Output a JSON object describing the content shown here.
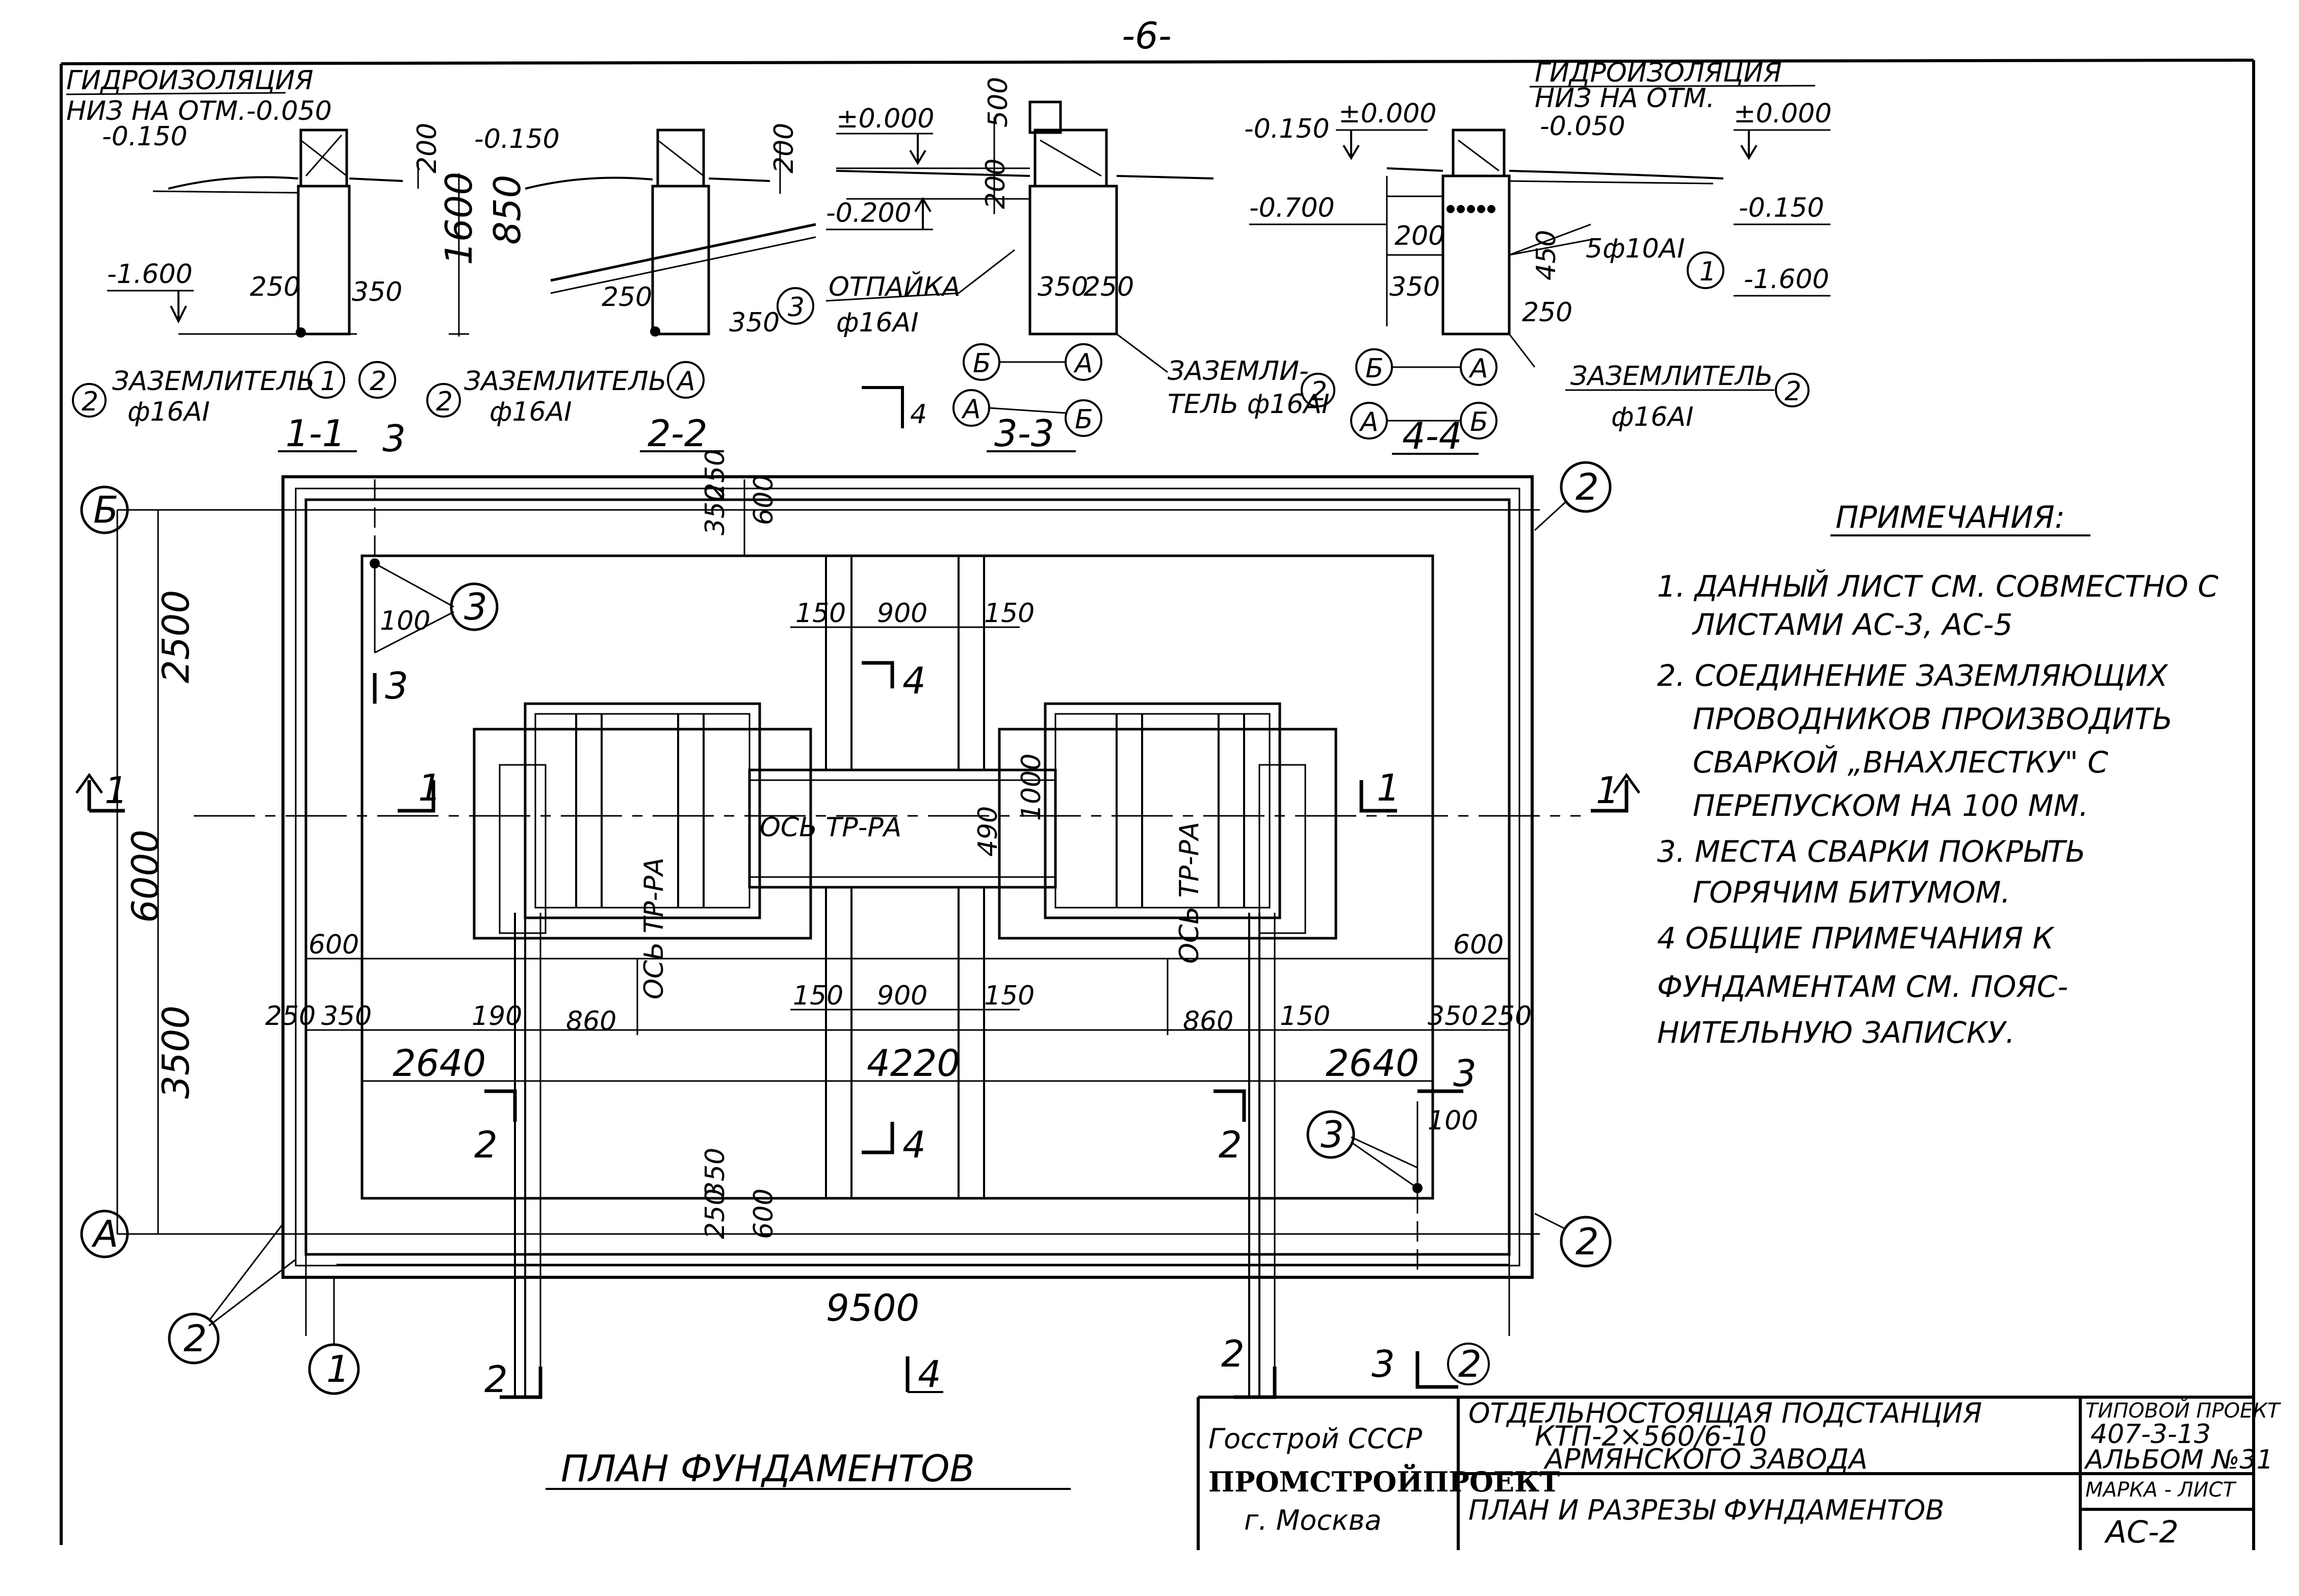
{
  "sheet": {
    "page_number": "-6-",
    "plan_title": "ПЛАН ФУНДАМЕНТОВ"
  },
  "sections": {
    "s11": {
      "title": "1-1",
      "hydro_label": "ГИДРОИЗОЛЯЦИЯ",
      "hydro_level": "НИЗ НА ОТМ.-0.050",
      "lvl_top": "-0.150",
      "lvl_bottom": "-1.600",
      "dim_200": "200",
      "dim_1600": "1600",
      "dim_250": "250",
      "dim_350": "350",
      "ground_label": "ЗАЗЕМЛИТЕЛЬ",
      "ground_spec": "ф16АI",
      "callout_ground": "2",
      "callout_axis1": "1",
      "callout_axis2": "2"
    },
    "s22": {
      "title": "2-2",
      "lvl_top": "-0.150",
      "dim_200": "200",
      "dim_850": "850",
      "dim_250": "250",
      "dim_350": "350",
      "ground_label": "ЗАЗЕМЛИТЕЛЬ",
      "ground_spec": "ф16АI",
      "callout_ground": "2",
      "callout_axis": "А"
    },
    "s33": {
      "title": "3-3",
      "lvl_zero": "±0.000",
      "lvl_m200": "-0.200",
      "dim_500": "500",
      "dim_200": "200",
      "dim_350": "350",
      "dim_250": "250",
      "tap_label": "ОТПАЙКА",
      "tap_spec": "ф16АI",
      "callout_tap": "3",
      "ground_label": "ЗАЗЕМЛИ-",
      "ground_label2": "ТЕЛЬ ф16АI",
      "callout_ground": "2",
      "axis_b": "Б",
      "axis_a": "А",
      "cut_label": "4"
    },
    "s44": {
      "title": "4-4",
      "hydro_label": "ГИДРОИЗОЛЯЦИЯ",
      "hydro_level1": "НИЗ НА ОТМ.",
      "hydro_level2": "-0.050",
      "lvl_m150": "-0.150",
      "lvl_zero": "±0.000",
      "lvl_zero_r": "±0.000",
      "lvl_m700": "-0.700",
      "lvl_m150_r": "-0.150",
      "lvl_m1600": "-1.600",
      "dim_200": "200",
      "dim_450": "450",
      "dim_350": "350",
      "dim_250": "250",
      "rebar_spec": "5ф10АI",
      "callout_rebar": "1",
      "ground_label": "ЗАЗЕМЛИТЕЛЬ",
      "ground_spec": "ф16АI",
      "callout_ground": "2",
      "axis_b": "Б",
      "axis_a": "А"
    }
  },
  "plan": {
    "axis_b": "Б",
    "axis_a": "А",
    "axis_1": "1",
    "dim_2500": "2500",
    "dim_3500": "3500",
    "dim_6000": "6000",
    "dim_9500": "9500",
    "dim_250_top": "250",
    "dim_350_top": "350",
    "dim_600_top": "600",
    "dim_250_bot": "250",
    "dim_350_bot": "350",
    "dim_600_bot": "600",
    "dim_100_tl": "100",
    "dim_100_br": "100",
    "dim_150_a": "150",
    "dim_900_top": "900",
    "dim_150_b": "150",
    "dim_150_c": "150",
    "dim_900_mid": "900",
    "dim_150_d": "150",
    "dim_600_l": "600",
    "dim_250_l": "250",
    "dim_350_l": "350",
    "dim_190": "190",
    "dim_860_l": "860",
    "dim_860_r": "860",
    "dim_150_r": "150",
    "dim_600_r": "600",
    "dim_350_r": "350",
    "dim_250_r": "250",
    "dim_2640_l": "2640",
    "dim_4220": "4220",
    "dim_2640_r": "2640",
    "dim_490": "490",
    "dim_1000": "1000",
    "axis_label_center": "ОСЬ ТР-РА",
    "axis_label_l": "ОСЬ ТР-РА",
    "axis_label_r": "ОСЬ ТР-РА",
    "cut_1": "1",
    "cut_2": "2",
    "cut_3": "3",
    "cut_4": "4",
    "callout_2": "2",
    "callout_3": "3",
    "callout_1": "1"
  },
  "notes": {
    "heading": "ПРИМЕЧАНИЯ:",
    "lines": [
      "1. ДАННЫЙ ЛИСТ СМ. СОВМЕСТНО С",
      "ЛИСТАМИ АС-3, АС-5",
      "2. СОЕДИНЕНИЕ ЗАЗЕМЛЯЮЩИХ",
      "ПРОВОДНИКОВ ПРОИЗВОДИТЬ",
      "СВАРКОЙ „ВНАХЛЕСТКУ\" С",
      "ПЕРЕПУСКОМ НА 100 ММ.",
      "3. МЕСТА СВАРКИ ПОКРЫТЬ",
      "ГОРЯЧИМ БИТУМОМ.",
      "4 ОБЩИЕ ПРИМЕЧАНИЯ К",
      "ФУНДАМЕНТАМ СМ. ПОЯС-",
      "НИТЕЛЬНУЮ ЗАПИСКУ."
    ]
  },
  "titleblock": {
    "org1": "Госстрой СССР",
    "org2": "ПРОМСТРОЙПРОЕКТ",
    "org3": "г. Москва",
    "name1": "ОТДЕЛЬНОСТОЯЩАЯ ПОДСТАНЦИЯ",
    "name2": "КТП-2×560/6-10",
    "name3": "АРМЯНСКОГО ЗАВОДА",
    "subject": "ПЛАН И РАЗРЕЗЫ ФУНДАМЕНТОВ",
    "proj_label": "ТИПОВОЙ ПРОЕКТ",
    "proj_code": "407-3-13",
    "album": "АЛЬБОМ №31",
    "mark_label": "МАРКА - ЛИСТ",
    "mark_value": "АС-2"
  }
}
